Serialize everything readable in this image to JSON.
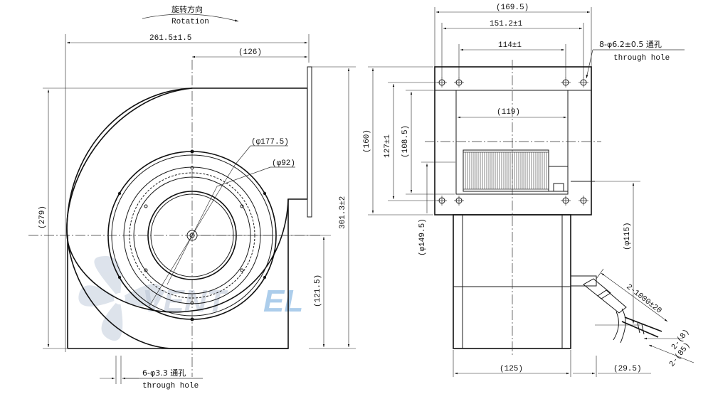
{
  "rotation": {
    "cn": "旋转方向",
    "en": "Rotation"
  },
  "front_view": {
    "width_total": "261.5±1.5",
    "width_partial": "(126)",
    "height_left": "(279)",
    "height_right": "301.3±2",
    "outlet_height": "(121.5)",
    "dia_outer": "(φ177.5)",
    "dia_inner": "(φ92)",
    "holes_note": "6-φ3.3 通孔",
    "holes_note_en": "through hole"
  },
  "side_view": {
    "width_top": "(169.5)",
    "hole_span_outer": "151.2±1",
    "hole_span_inner": "114±1",
    "opening_width": "(119)",
    "flange_height": "(160)",
    "hole_span_v": "127±1",
    "opening_height": "(108.5)",
    "dia_149": "(φ149.5)",
    "dia_115": "(φ115)",
    "body_width": "(125)",
    "wire_offset": "(29.5)",
    "holes_note": "8-φ6.2±0.5 通孔",
    "holes_note_en": "through hole",
    "cable_length": "2-1000±20",
    "wire_strip_1": "2-(8)",
    "wire_strip_2": "2-(85)"
  },
  "watermark": {
    "part1": "VENT",
    "part2": "EL"
  }
}
